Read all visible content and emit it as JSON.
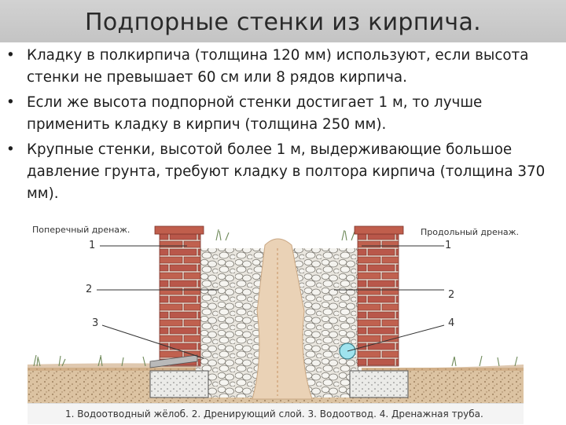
{
  "slide": {
    "title": "Подпорные стенки из кирпича.",
    "bullet_glyph": "•",
    "bullets": [
      "Кладку в полкирпича (толщина 120 мм) используют, если высота стенки не превышает 60 см или 8 рядов кирпича.",
      "Если же высота подпорной стенки достигает 1 м, то лучше применить кладку в кирпич (толщина 250 мм).",
      "Крупные стенки, высотой более 1 м, выдерживающие большое давление грунта, требуют кладку в полтора кирпича (толщина 370 мм)."
    ]
  },
  "figure": {
    "left_caption": "Поперечный дренаж.",
    "right_caption": "Продольный дренаж.",
    "labels": {
      "l1": "1",
      "l2": "2",
      "l3": "3",
      "r1": "1",
      "r2": "2",
      "r4": "4"
    },
    "legend": "1. Водоотводный жёлоб. 2. Дренирующий слой. 3. Водоотвод. 4. Дренажная труба.",
    "colors": {
      "brick": "#b9574a",
      "mortar": "#efe3d8",
      "soil": "#e8c9a6",
      "gravel": "#e6e3dc",
      "ground": "#d2b48c",
      "pipe": "#9fe3ee"
    }
  }
}
